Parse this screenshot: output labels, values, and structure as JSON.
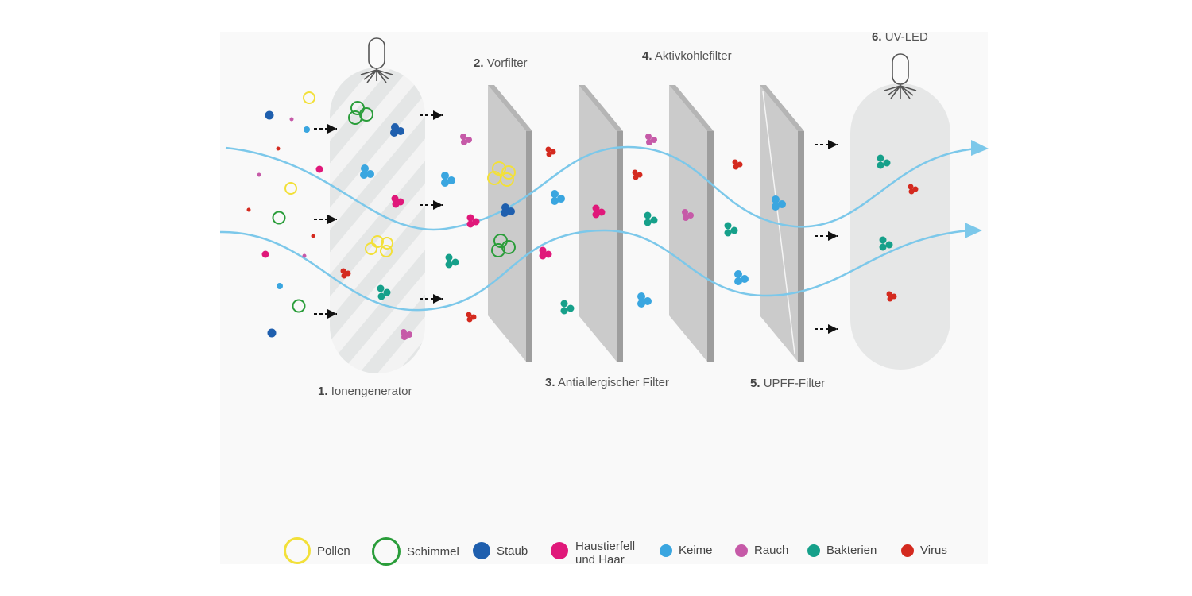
{
  "stages": [
    {
      "num": "1.",
      "name": "Ionengenerator"
    },
    {
      "num": "2.",
      "name": "Vorfilter"
    },
    {
      "num": "3.",
      "name": "Antiallergischer Filter"
    },
    {
      "num": "4.",
      "name": "Aktivkohlefilter"
    },
    {
      "num": "5.",
      "name": "UPFF-Filter"
    },
    {
      "num": "6.",
      "name": "UV-LED"
    }
  ],
  "legend": [
    {
      "label": "Pollen",
      "color": "#f2e03a",
      "shape": "ring"
    },
    {
      "label": "Schimmel",
      "color": "#2a9d3a",
      "shape": "ring"
    },
    {
      "label": "Staub",
      "color": "#1f5fae",
      "shape": "dot"
    },
    {
      "label": "Haustierfell\nund Haar",
      "line1": "Haustierfell",
      "line2": "und Haar",
      "color": "#e0187a",
      "shape": "dot"
    },
    {
      "label": "Keime",
      "color": "#3aa6e0",
      "shape": "dot"
    },
    {
      "label": "Rauch",
      "color": "#c65aa8",
      "shape": "dot"
    },
    {
      "label": "Bakterien",
      "color": "#16a08a",
      "shape": "dot"
    },
    {
      "label": "Virus",
      "color": "#d42a1f",
      "shape": "dot"
    }
  ],
  "colors": {
    "airflow": "#7cc8ea",
    "filter": "#c8c8c8",
    "filter_edge": "#b0b0b0",
    "arrow": "#111111"
  }
}
